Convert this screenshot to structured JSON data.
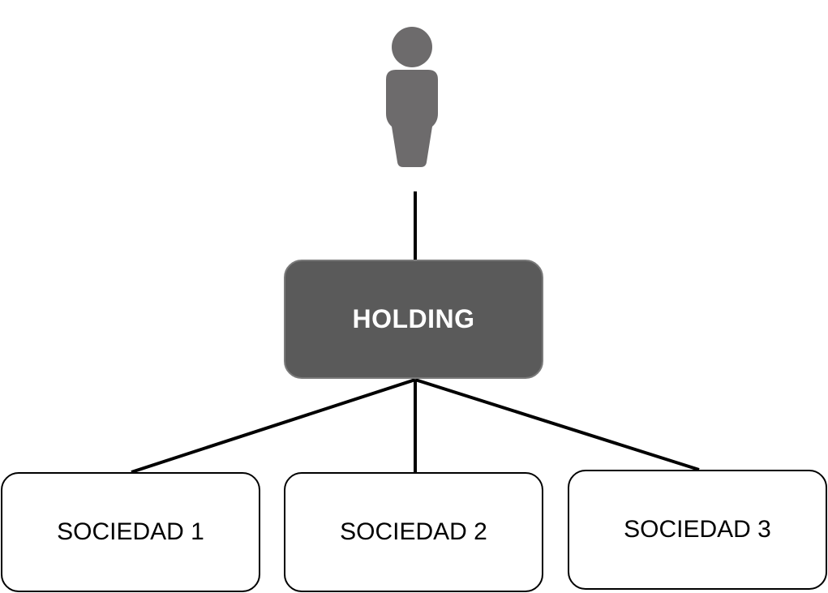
{
  "diagram": {
    "owner": {
      "icon": "person-icon"
    },
    "holding": {
      "label": "HOLDING",
      "fill_color": "#5a5a5a",
      "text_color": "#ffffff"
    },
    "subsidiaries": [
      {
        "label": "SOCIEDAD 1"
      },
      {
        "label": "SOCIEDAD 2"
      },
      {
        "label": "SOCIEDAD 3"
      }
    ],
    "connector_color": "#000000",
    "person_color": "#6d6b6c"
  }
}
